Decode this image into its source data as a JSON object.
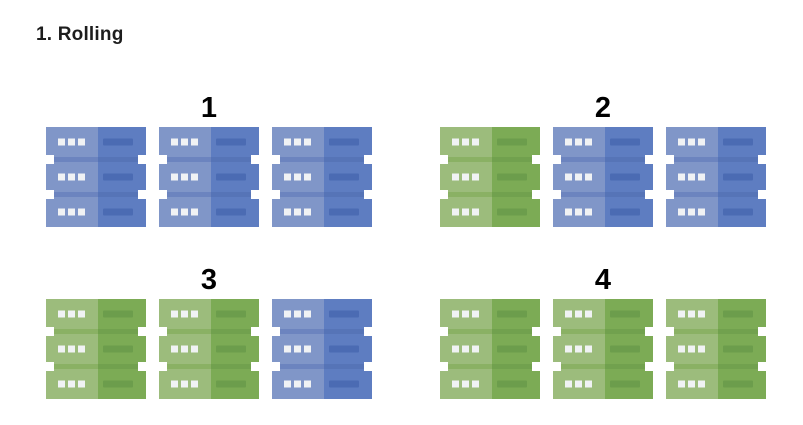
{
  "page": {
    "title": "1. Rolling",
    "background": "#FFFFFF"
  },
  "diagram": {
    "description": "rolling-deployment-steps",
    "servers_per_rack": 3,
    "racks_per_group": 3,
    "groups": [
      {
        "label": "1",
        "racks": [
          "blue",
          "blue",
          "blue"
        ]
      },
      {
        "label": "2",
        "racks": [
          "green",
          "blue",
          "blue"
        ]
      },
      {
        "label": "3",
        "racks": [
          "green",
          "green",
          "blue"
        ]
      },
      {
        "label": "4",
        "racks": [
          "green",
          "green",
          "green"
        ]
      }
    ],
    "colors": {
      "blue": {
        "body_left": "#8096C8",
        "body_right": "#5E7DC1",
        "slot_bar": "#4B6BB3",
        "divider_left": "#6C84BF",
        "divider_right": "#5674B7"
      },
      "green": {
        "body_left": "#9CBC7C",
        "body_right": "#7CAB55",
        "slot_bar": "#6C9D4C",
        "divider_left": "#8AB164",
        "divider_right": "#71A14E"
      },
      "led": "#F0F2F4"
    }
  }
}
